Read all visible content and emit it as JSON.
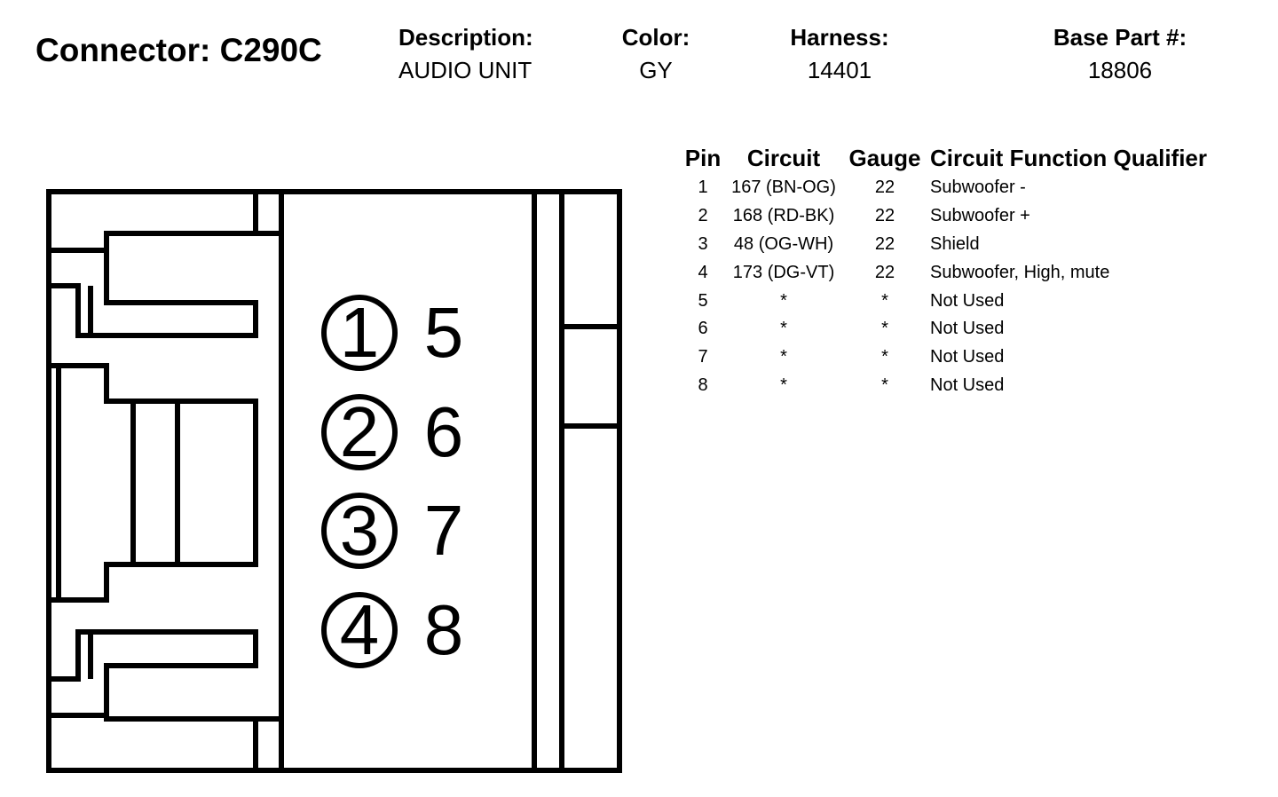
{
  "connector": {
    "title": "Connector: C290C"
  },
  "fields": {
    "description": {
      "label": "Description:",
      "value": "AUDIO UNIT"
    },
    "color": {
      "label": "Color:",
      "value": "GY"
    },
    "harness": {
      "label": "Harness:",
      "value": "14401"
    },
    "base_part": {
      "label": "Base Part #:",
      "value": "18806"
    }
  },
  "table": {
    "headers": {
      "pin": "Pin",
      "circuit": "Circuit",
      "gauge": "Gauge",
      "function": "Circuit Function Qualifier"
    },
    "rows": [
      {
        "pin": "1",
        "circuit": "167 (BN-OG)",
        "gauge": "22",
        "function": "Subwoofer -"
      },
      {
        "pin": "2",
        "circuit": "168 (RD-BK)",
        "gauge": "22",
        "function": "Subwoofer +"
      },
      {
        "pin": "3",
        "circuit": "48 (OG-WH)",
        "gauge": "22",
        "function": "Shield"
      },
      {
        "pin": "4",
        "circuit": "173 (DG-VT)",
        "gauge": "22",
        "function": "Subwoofer, High, mute"
      },
      {
        "pin": "5",
        "circuit": "*",
        "gauge": "*",
        "function": "Not Used"
      },
      {
        "pin": "6",
        "circuit": "*",
        "gauge": "*",
        "function": "Not Used"
      },
      {
        "pin": "7",
        "circuit": "*",
        "gauge": "*",
        "function": "Not Used"
      },
      {
        "pin": "8",
        "circuit": "*",
        "gauge": "*",
        "function": "Not Used"
      }
    ]
  },
  "diagram": {
    "circled_pins": [
      "1",
      "2",
      "3",
      "4"
    ],
    "plain_pins": [
      "5",
      "6",
      "7",
      "8"
    ]
  }
}
